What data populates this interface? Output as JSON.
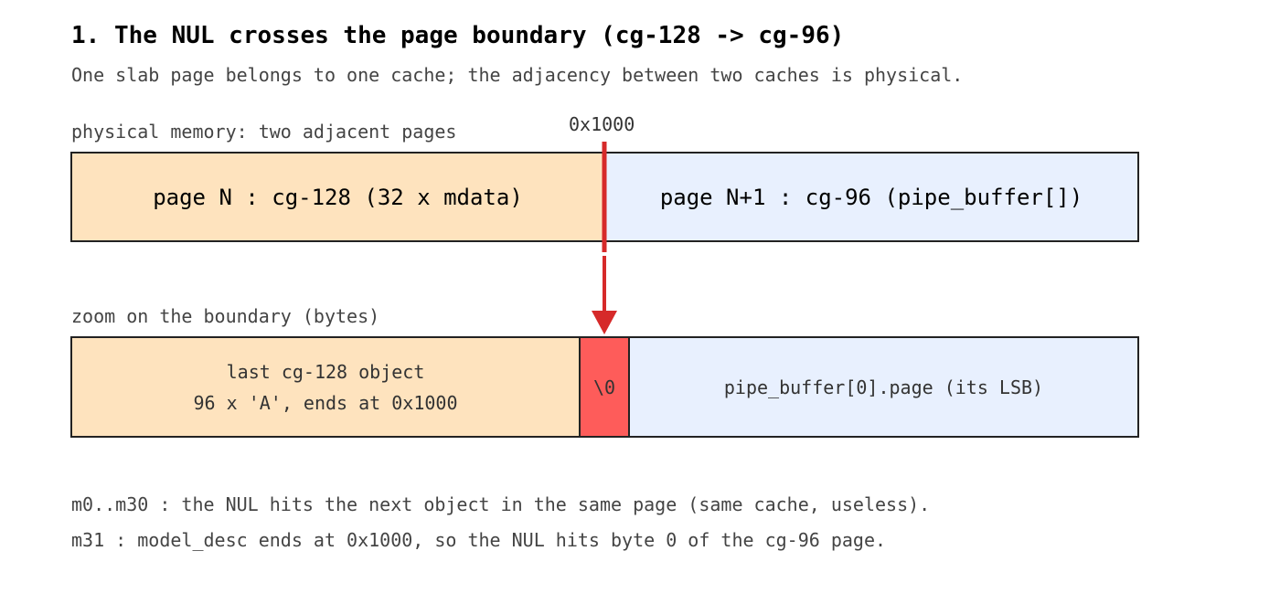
{
  "header": {
    "title": "1. The NUL crosses the page boundary (cg-128 -> cg-96)",
    "subtitle": "One slab page belongs to one cache; the adjacency between two caches is physical."
  },
  "physical": {
    "label": "physical memory: two adjacent pages",
    "boundary_address": "0x1000",
    "page_n": "page N : cg-128 (32 x mdata)",
    "page_n1": "page N+1 : cg-96 (pipe_buffer[])"
  },
  "zoom": {
    "label": "zoom on the boundary (bytes)",
    "last_object_line1": "last cg-128 object",
    "last_object_line2": "96 x 'A', ends at 0x1000",
    "nul_byte": "\\0",
    "pipe_buffer": "pipe_buffer[0].page (its LSB)"
  },
  "notes": {
    "line1": "m0..m30 : the NUL hits the next object in the same page (same cache, useless).",
    "line2": "m31 : model_desc ends at 0x1000, so the NUL hits byte 0 of the cg-96 page."
  },
  "colors": {
    "cg128_page": "#fee3be",
    "cg96_page": "#e8f0fe",
    "nul_byte": "#fe5c5a",
    "arrow": "#d62a2a"
  }
}
